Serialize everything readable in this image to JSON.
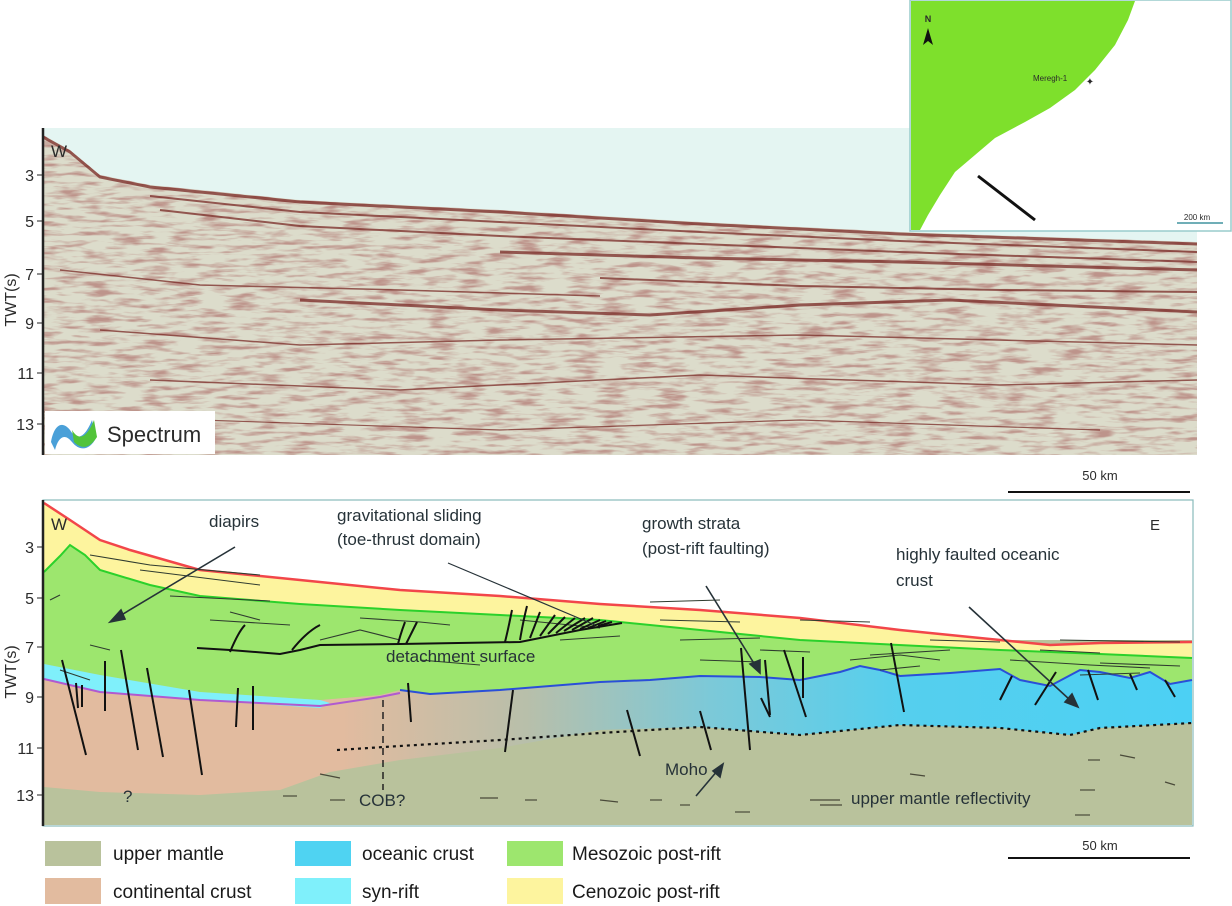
{
  "seismic_panel": {
    "axis_label": "TWT(s)",
    "ticks": [
      "3",
      "5",
      "7",
      "9",
      "11",
      "13"
    ],
    "direction_label": "W",
    "logo_text": "Spectrum",
    "scale_bar": "50 km"
  },
  "map_inset": {
    "north_label": "N",
    "well_label": "Meregh-1",
    "scale_bar": "200 km",
    "land_color": "#7ee02c"
  },
  "interpretation_panel": {
    "axis_label": "TWT(s)",
    "ticks": [
      "3",
      "5",
      "7",
      "9",
      "11",
      "13"
    ],
    "west_label": "W",
    "east_label": "E",
    "annotations": {
      "diapirs": "diapirs",
      "gravitational_1": "gravitational sliding",
      "gravitational_2": "(toe-thrust domain)",
      "growth_1": "growth strata",
      "growth_2": "(post-rift faulting)",
      "faulted_1": "highly faulted oceanic",
      "faulted_2": "crust",
      "detachment": "detachment surface",
      "moho": "Moho",
      "cob": "COB?",
      "question": "?",
      "reflectivity": "upper mantle reflectivity"
    },
    "scale_bar": "50 km"
  },
  "legend": [
    {
      "label": "upper mantle",
      "color": "#b9c29c"
    },
    {
      "label": "continental crust",
      "color": "#e2bb9f"
    },
    {
      "label": "oceanic crust",
      "color": "#4fd3f2"
    },
    {
      "label": "syn-rift",
      "color": "#7ff0fb"
    },
    {
      "label": "Mesozoic post-rift",
      "color": "#9de66e"
    },
    {
      "label": "Cenozoic post-rift",
      "color": "#fdf49e"
    }
  ]
}
